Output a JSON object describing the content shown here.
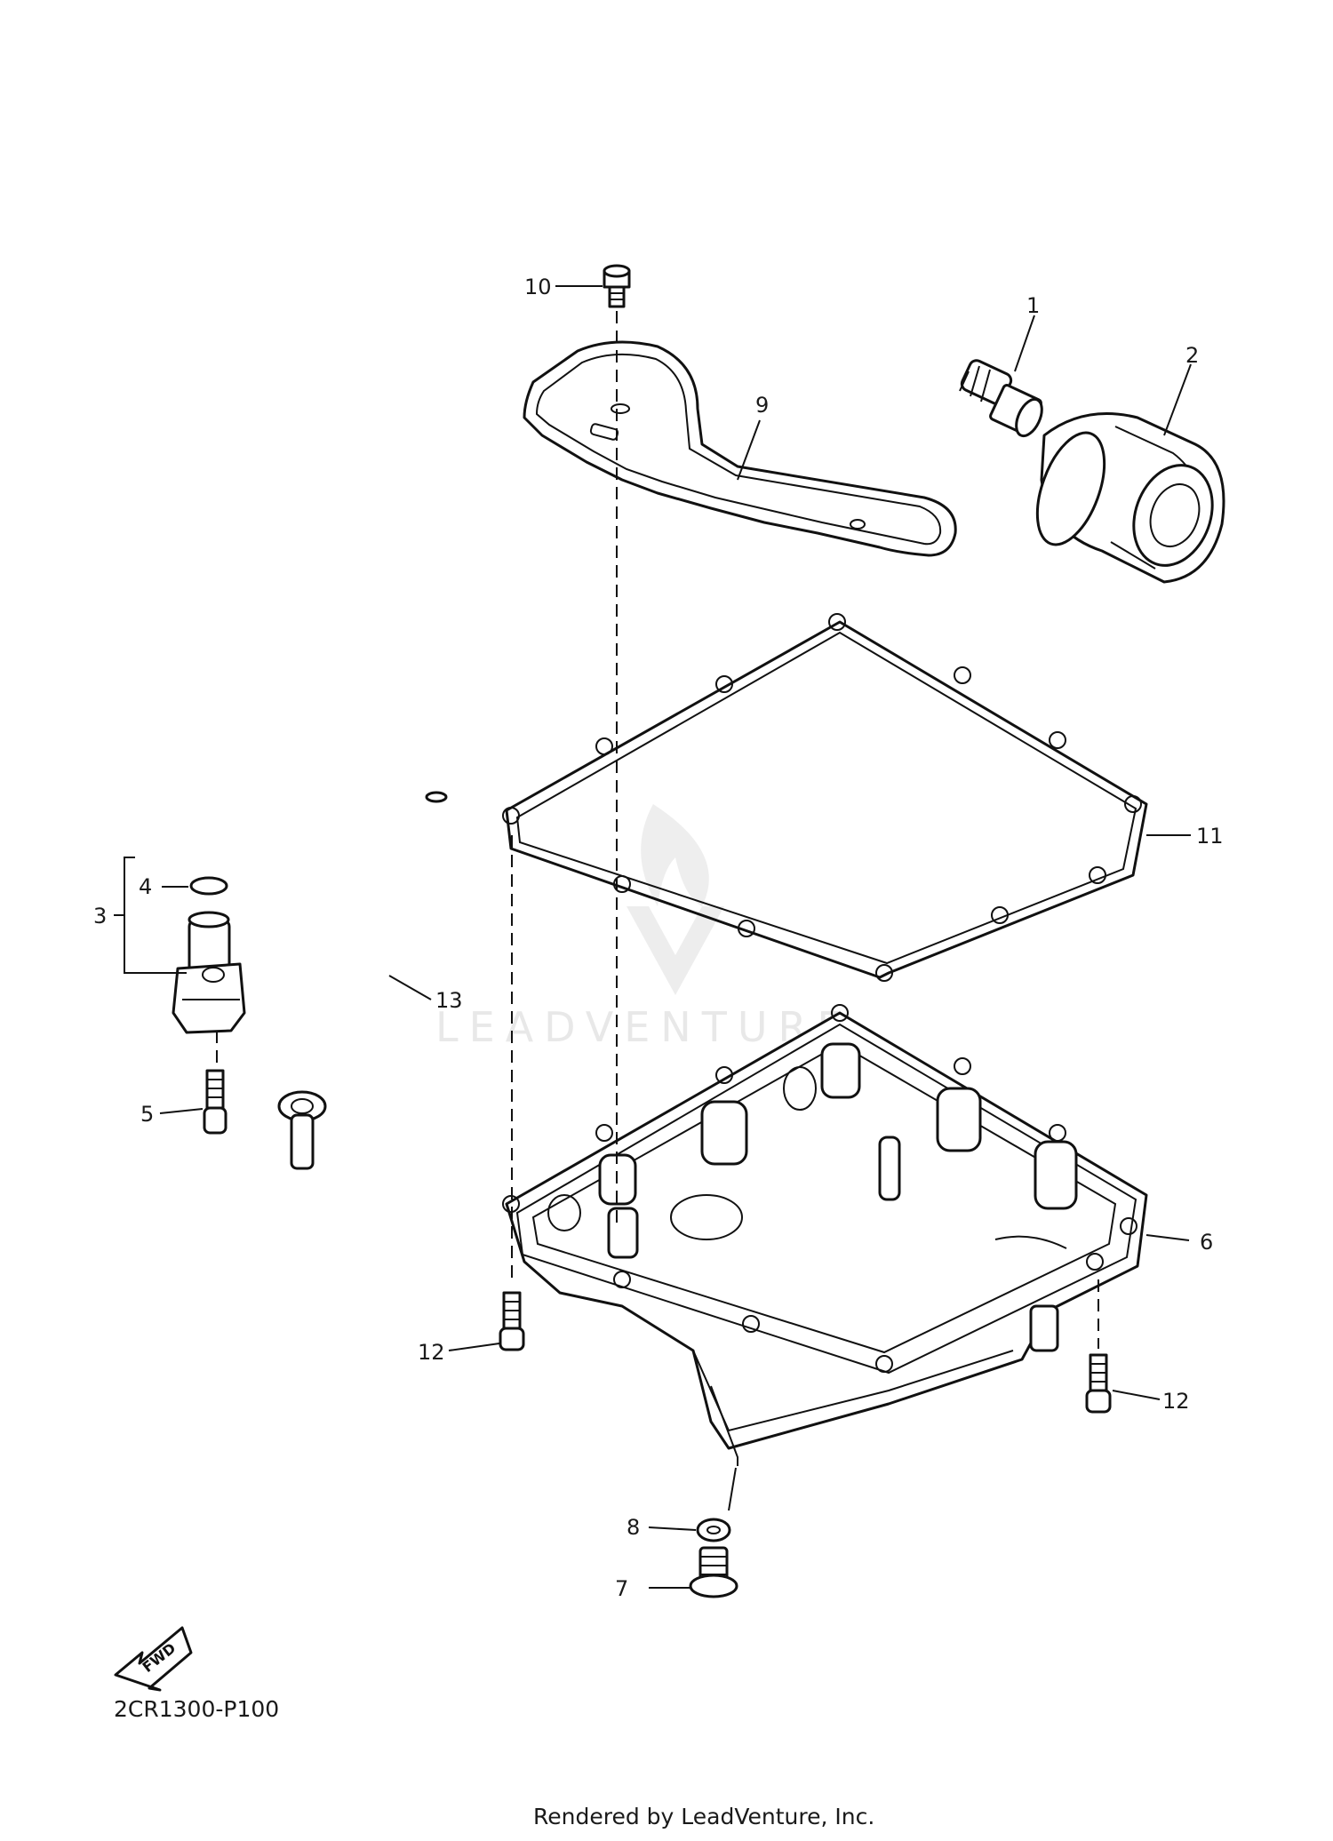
{
  "diagram": {
    "ref_code": "2CR1300-P100",
    "credit": "Rendered by LeadVenture, Inc.",
    "watermark": "LEADVENTURE",
    "fwd_label": "FWD",
    "callouts": {
      "c1": "1",
      "c2": "2",
      "c3": "3",
      "c4": "4",
      "c5": "5",
      "c6": "6",
      "c7": "7",
      "c8": "8",
      "c9": "9",
      "c10": "10",
      "c11": "11",
      "c12a": "12",
      "c12b": "12",
      "c13": "13"
    }
  }
}
